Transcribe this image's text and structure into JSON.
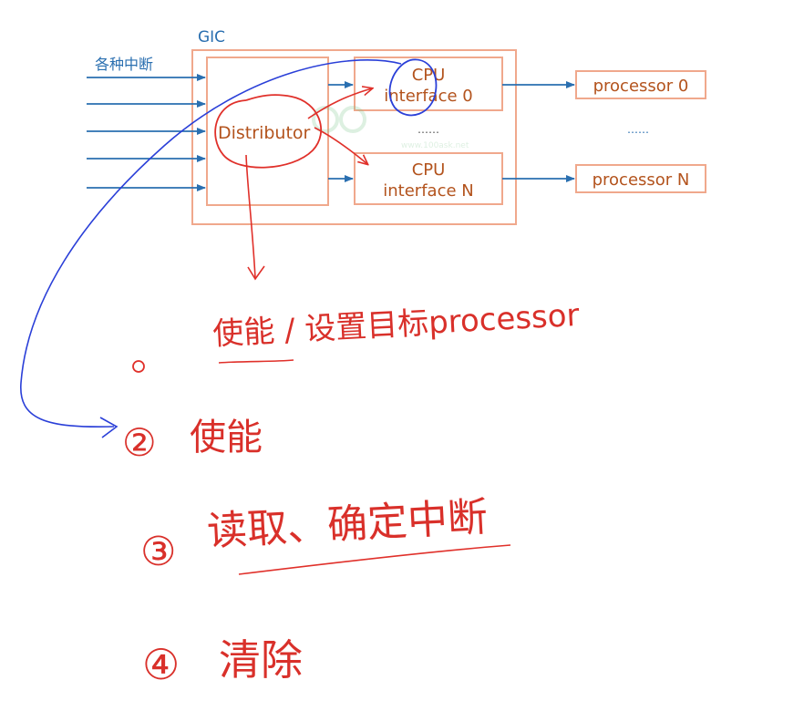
{
  "gic": {
    "title": "GIC",
    "input_label": "各种中断",
    "distributor": "Distributor",
    "cpu_interface_0": [
      "CPU",
      "interface 0"
    ],
    "cpu_interface_n": [
      "CPU",
      "interface N"
    ],
    "cpu_ellipsis": "……",
    "processor_0": "processor 0",
    "processor_n": "processor N",
    "processor_ellipsis": "……",
    "watermark": "www.100ask.net"
  },
  "notes": {
    "step1_marker": "0",
    "step1_text": "使能 / 设置目标processor",
    "step2_marker": "②",
    "step2_text": "使能",
    "step3_marker": "③",
    "step3_text": "读取、确定中断",
    "step4_marker": "④",
    "step4_text": "清除"
  },
  "colors": {
    "box_stroke": "#f0a88c",
    "box_text": "#b3531d",
    "arrow_blue": "#2a6fb0",
    "ink_red": "#e0302a",
    "ink_blue": "#2a3fd8"
  }
}
